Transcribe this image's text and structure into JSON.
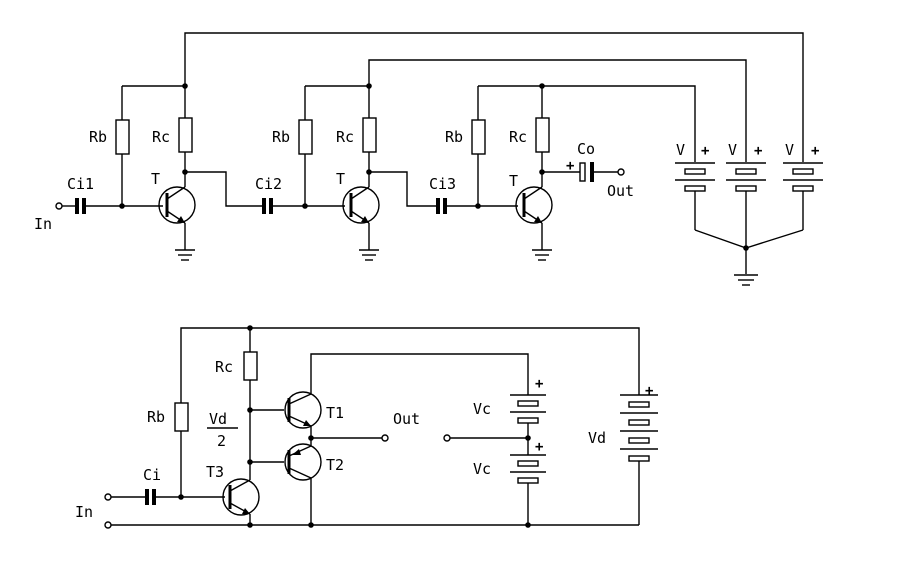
{
  "top": {
    "in": "In",
    "out": "Out",
    "stage1": {
      "cap": "Ci1",
      "rb": "Rb",
      "rc": "Rc",
      "t": "T"
    },
    "stage2": {
      "cap": "Ci2",
      "rb": "Rb",
      "rc": "Rc",
      "t": "T"
    },
    "stage3": {
      "cap": "Ci3",
      "rb": "Rb",
      "rc": "Rc",
      "t": "T"
    },
    "co": "Co",
    "plus": "+",
    "supplies": [
      {
        "v": "V",
        "plus": "+"
      },
      {
        "v": "V",
        "plus": "+"
      },
      {
        "v": "V",
        "plus": "+"
      }
    ]
  },
  "bottom": {
    "in": "In",
    "ci": "Ci",
    "rb": "Rb",
    "rc": "Rc",
    "vd_frac_num": "Vd",
    "vd_frac_den": "2",
    "t1": "T1",
    "t2": "T2",
    "t3": "T3",
    "out": "Out",
    "vc_top": "Vc",
    "vc_bot": "Vc",
    "vd": "Vd",
    "plus": "+"
  }
}
